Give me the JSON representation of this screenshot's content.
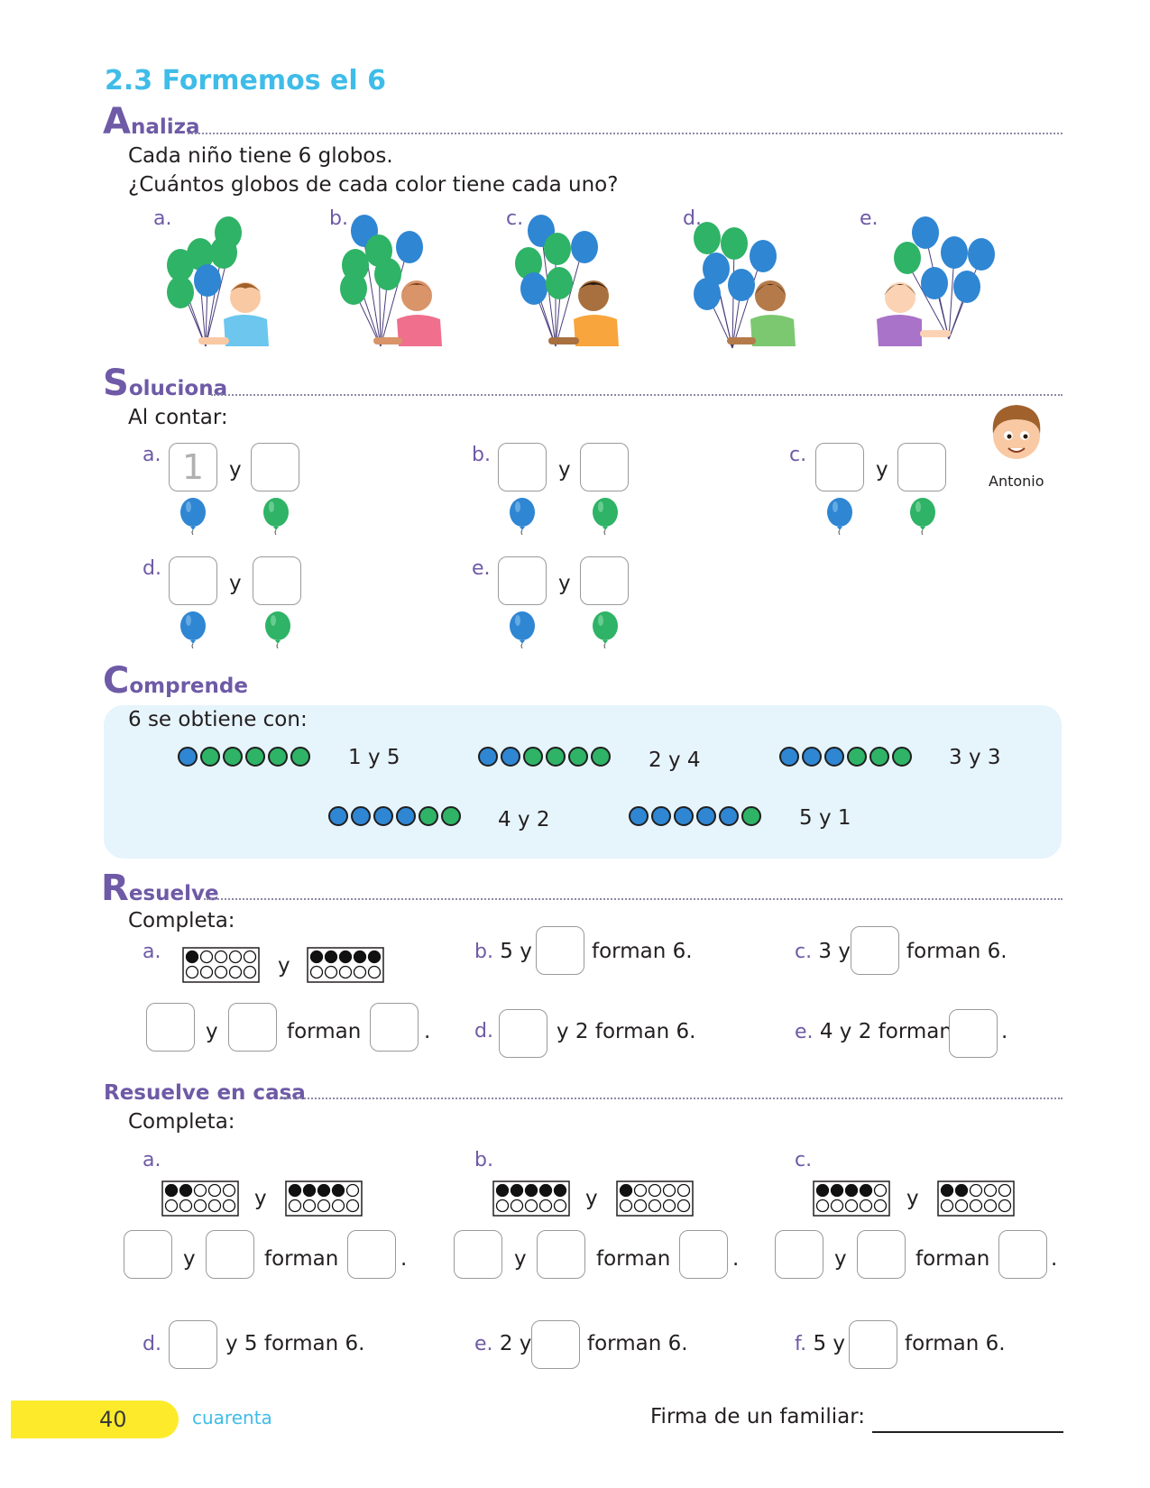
{
  "title": "2.3 Formemos el 6",
  "analiza": {
    "head_cap": "A",
    "head_rest": "naliza",
    "line1": "Cada niño tiene 6 globos.",
    "line2": "¿Cuántos globos de cada color tiene cada uno?",
    "labels": [
      "a.",
      "b.",
      "c.",
      "d.",
      "e."
    ]
  },
  "soluciona": {
    "head_cap": "S",
    "head_rest": "oluciona",
    "intro": "Al contar:",
    "labels": [
      "a.",
      "b.",
      "c.",
      "d.",
      "e."
    ],
    "y": "y",
    "example_value": "1",
    "character": "Antonio"
  },
  "comprende": {
    "head_cap": "C",
    "head_rest": "omprende",
    "intro": "6 se obtiene con:",
    "rows": [
      {
        "blue": 1,
        "green": 5,
        "text": "1 y 5"
      },
      {
        "blue": 2,
        "green": 4,
        "text": "2 y 4"
      },
      {
        "blue": 3,
        "green": 3,
        "text": "3 y 3"
      },
      {
        "blue": 4,
        "green": 2,
        "text": "4 y 2"
      },
      {
        "blue": 5,
        "green": 1,
        "text": "5 y 1"
      }
    ]
  },
  "resuelve": {
    "head_cap": "R",
    "head_rest": "esuelve",
    "intro": "Completa:",
    "a_label": "a.",
    "y": "y",
    "forman": "forman",
    "period": ".",
    "a_frames": [
      1,
      5
    ],
    "b_label": "b.",
    "b_pre": "5 y",
    "b_post": "forman 6.",
    "c_label": "c.",
    "c_pre": "3 y",
    "c_post": "forman 6.",
    "d_label": "d.",
    "d_post": "y 2 forman 6.",
    "e_label": "e.",
    "e_pre": "4 y 2 forman",
    "e_post": "."
  },
  "casa": {
    "head": "Resuelve en casa",
    "intro": "Completa:",
    "y": "y",
    "forman": "forman",
    "period": ".",
    "labels": [
      "a.",
      "b.",
      "c."
    ],
    "frames": [
      [
        2,
        4
      ],
      [
        5,
        1
      ],
      [
        4,
        2
      ]
    ],
    "d_label": "d.",
    "d_post": "y 5 forman 6.",
    "e_label": "e.",
    "e_pre": "2 y",
    "e_post": "forman 6.",
    "f_label": "f.",
    "f_pre": "5 y",
    "f_post": "forman 6."
  },
  "footer": {
    "page_number": "40",
    "page_word": "cuarenta",
    "signature_label": "Firma de un familiar:"
  },
  "colors": {
    "blue": "#2f86d3",
    "green": "#2fb366",
    "title": "#3fbce8",
    "section": "#6e5aa6",
    "panel": "#e6f4fc",
    "tab": "#fdeb2b"
  }
}
